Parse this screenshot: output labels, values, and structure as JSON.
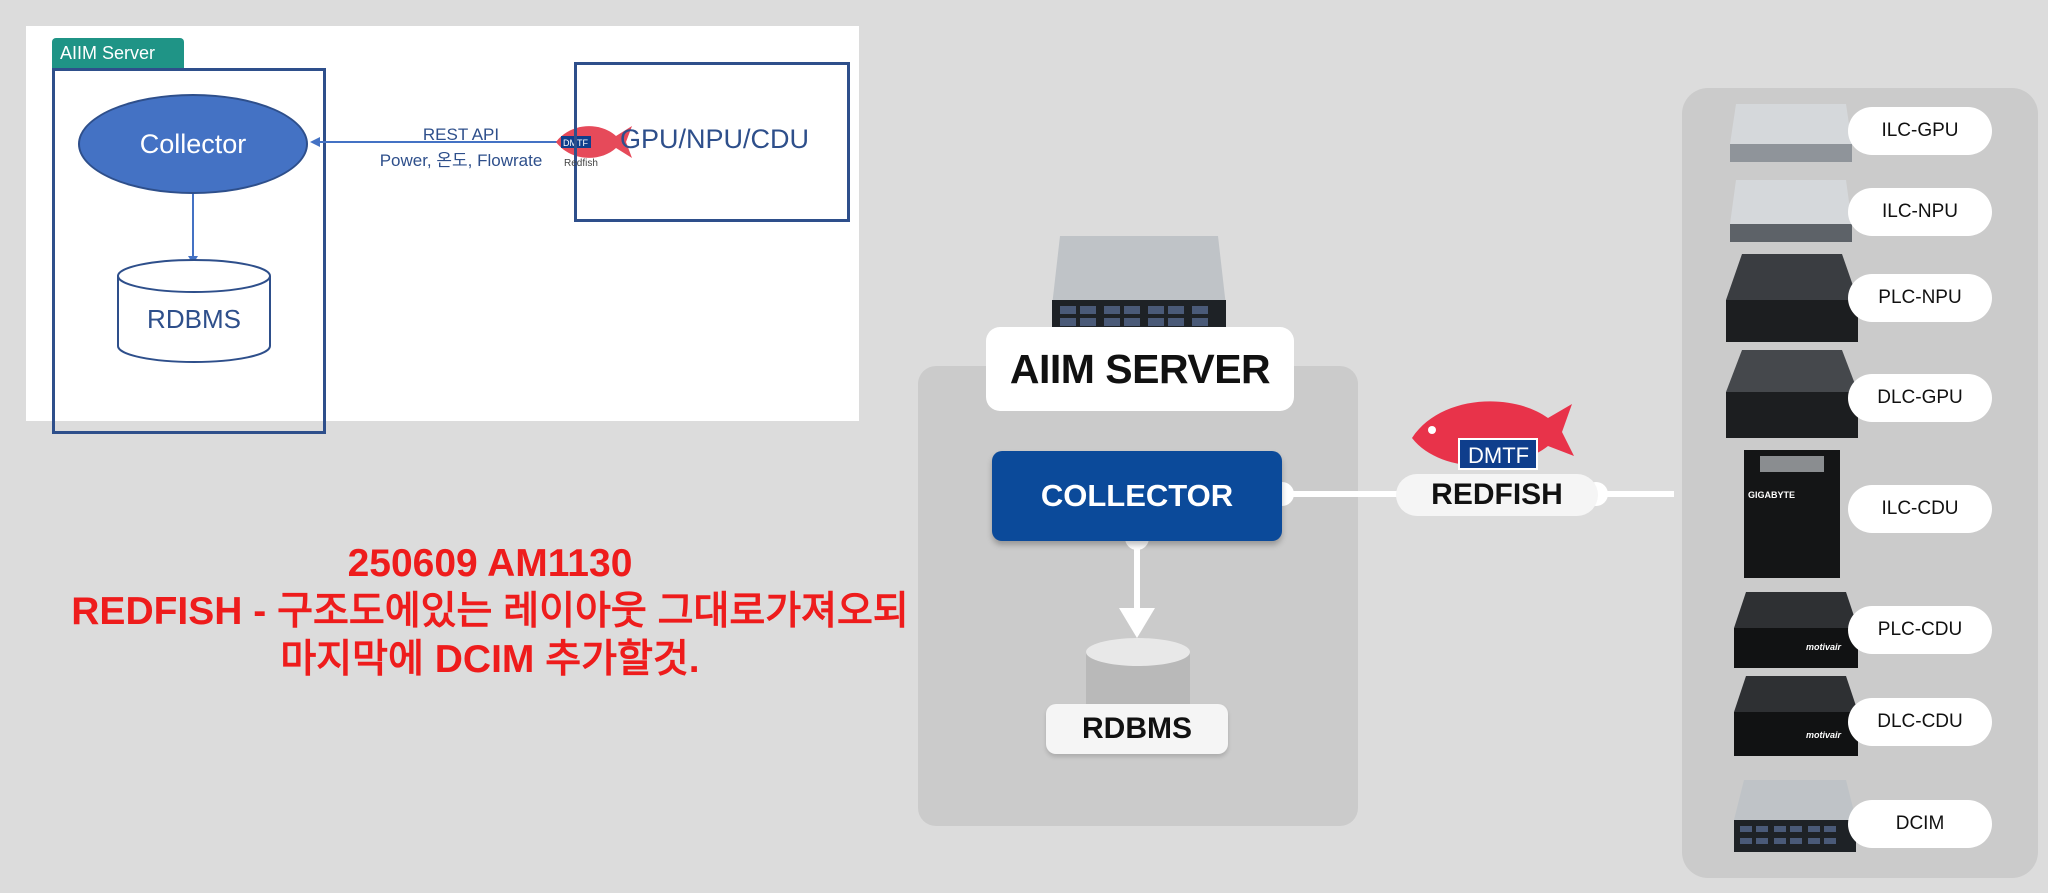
{
  "reference_diagram": {
    "server_tab": "AIIM Server",
    "collector": "Collector",
    "rdbms": "RDBMS",
    "target": "GPU/NPU/CDU",
    "api_line1": "REST API",
    "api_line2": "Power, 온도, Flowrate",
    "redfish_logo_text": "Redfish",
    "dmtf_logo_text": "DMTF"
  },
  "note": {
    "line1": "250609 AM1130",
    "line2": "REDFISH - 구조도에있는 레이아웃 그대로가져오되",
    "line3": "마지막에 DCIM 추가할것."
  },
  "architecture": {
    "server_title": "AIIM SERVER",
    "collector": "COLLECTOR",
    "rdbms": "RDBMS",
    "redfish": "REDFISH",
    "dmtf": "DMTF"
  },
  "devices": [
    {
      "label": "ILC-GPU",
      "kind": "rack-1u"
    },
    {
      "label": "ILC-NPU",
      "kind": "rack-1u"
    },
    {
      "label": "PLC-NPU",
      "kind": "rack-4u"
    },
    {
      "label": "DLC-GPU",
      "kind": "rack-4u"
    },
    {
      "label": "ILC-CDU",
      "kind": "tower"
    },
    {
      "label": "PLC-CDU",
      "kind": "cdu-box"
    },
    {
      "label": "DLC-CDU",
      "kind": "cdu-box"
    },
    {
      "label": "DCIM",
      "kind": "rack-2u"
    }
  ],
  "device_brand_text": {
    "tower_brand": "GIGABYTE",
    "cdu_brand": "motivair"
  },
  "colors": {
    "collector_blue": "#0b4a9a",
    "note_red": "#ee1c1c",
    "reference_blue": "#4472c4",
    "tab_teal": "#1f9486"
  }
}
